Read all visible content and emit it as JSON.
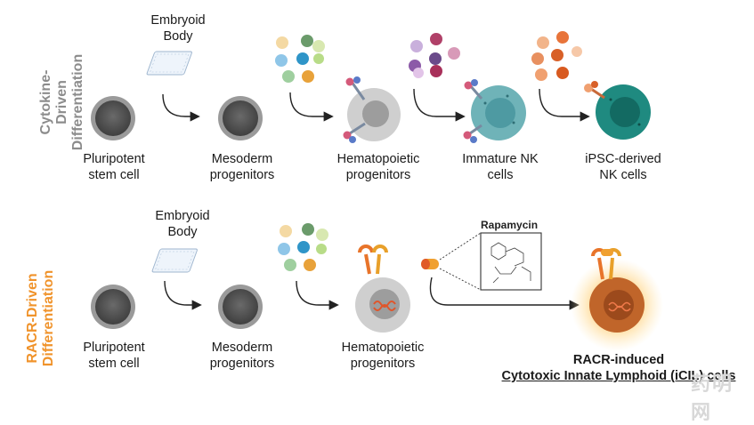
{
  "side_labels": {
    "top": [
      "Cytokine-",
      "Driven",
      "Differentiation"
    ],
    "bottom": [
      "RACR-Driven",
      "Differentiation"
    ]
  },
  "top_row": {
    "embryoid": [
      "Embryoid",
      "Body"
    ],
    "cells": [
      [
        "Pluripotent",
        "stem cell"
      ],
      [
        "Mesoderm",
        "progenitors"
      ],
      [
        "Hematopoietic",
        "progenitors"
      ],
      [
        "Immature NK",
        "cells"
      ],
      [
        "iPSC-derived",
        "NK cells"
      ]
    ]
  },
  "bottom_row": {
    "embryoid": [
      "Embryoid",
      "Body"
    ],
    "cells": [
      [
        "Pluripotent",
        "stem cell"
      ],
      [
        "Mesoderm",
        "progenitors"
      ],
      [
        "Hematopoietic",
        "progenitors"
      ]
    ],
    "drug": "Rapamycin",
    "final_cell": {
      "line1": "RACR-induced",
      "line2": "Cytotoxic Innate Lymphoid (iCIL) cells"
    }
  },
  "watermark": "药明网",
  "colors": {
    "cytokine_label": "#8c8c8c",
    "racr_label": "#f0932b",
    "stem_cell": "#5a5a5a",
    "hematopoietic": "#c8c8c8",
    "immature_nk": "#6fb3b8",
    "ipsc_nk": "#1f8a80",
    "icil": "#c0652a",
    "glow": "#ffb347"
  }
}
